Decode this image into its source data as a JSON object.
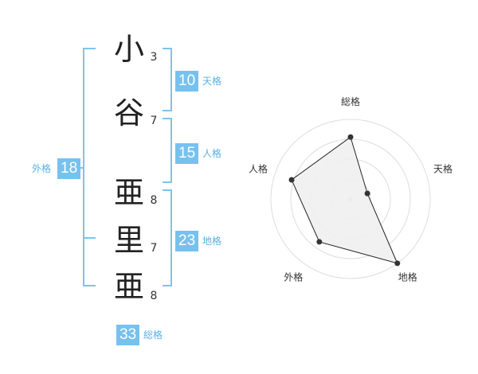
{
  "name": {
    "characters": [
      {
        "char": "小",
        "strokes": "3"
      },
      {
        "char": "谷",
        "strokes": "7"
      },
      {
        "char": "亜",
        "strokes": "8"
      },
      {
        "char": "里",
        "strokes": "7"
      },
      {
        "char": "亜",
        "strokes": "8"
      }
    ]
  },
  "fortune": {
    "tenkaku": {
      "value": "10",
      "label": "天格"
    },
    "jinkaku": {
      "value": "15",
      "label": "人格"
    },
    "chikaku": {
      "value": "23",
      "label": "地格"
    },
    "gaikaku": {
      "value": "18",
      "label": "外格"
    },
    "soukaku": {
      "value": "33",
      "label": "総格"
    }
  },
  "chart_data": {
    "type": "radar",
    "axes": [
      "総格",
      "天格",
      "地格",
      "外格",
      "人格"
    ],
    "values": [
      3.5,
      1,
      4.5,
      3,
      3.5
    ],
    "max": 4.5,
    "rings": 4,
    "colors": {
      "fill": "#efefef",
      "stroke": "#222222",
      "ring": "#dddddd",
      "point": "#333333"
    }
  }
}
